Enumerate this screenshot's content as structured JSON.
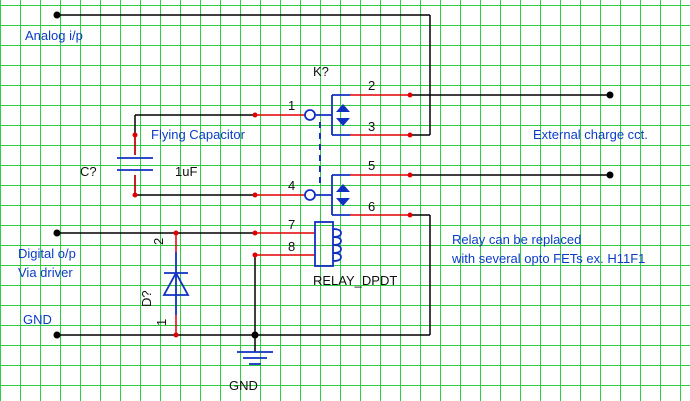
{
  "labels": {
    "analog_ip": "Analog i/p",
    "relay_ref": "K?",
    "flying_capacitor": "Flying Capacitor",
    "cap_ref": "C?",
    "cap_value": "1uF",
    "external_charge": "External charge cct.",
    "digital_op": "Digital o/p",
    "via_driver": "Via driver",
    "diode_ref": "D?",
    "gnd_left": "GND",
    "gnd_symbol": "GND",
    "relay_part": "RELAY_DPDT",
    "note_line1": "Relay can be replaced",
    "note_line2": "with several opto FETs  ex. H11F1"
  },
  "pins": {
    "relay_1": "1",
    "relay_2": "2",
    "relay_3": "3",
    "relay_4": "4",
    "relay_5": "5",
    "relay_6": "6",
    "relay_7": "7",
    "relay_8": "8",
    "diode_2": "2",
    "diode_1": "1"
  },
  "colors": {
    "background": "#ffffff",
    "grid": "#2ecc40",
    "wire": "#000000",
    "pin": "#e00000",
    "symbol": "#1030c0",
    "text": "#0a3cc8"
  }
}
